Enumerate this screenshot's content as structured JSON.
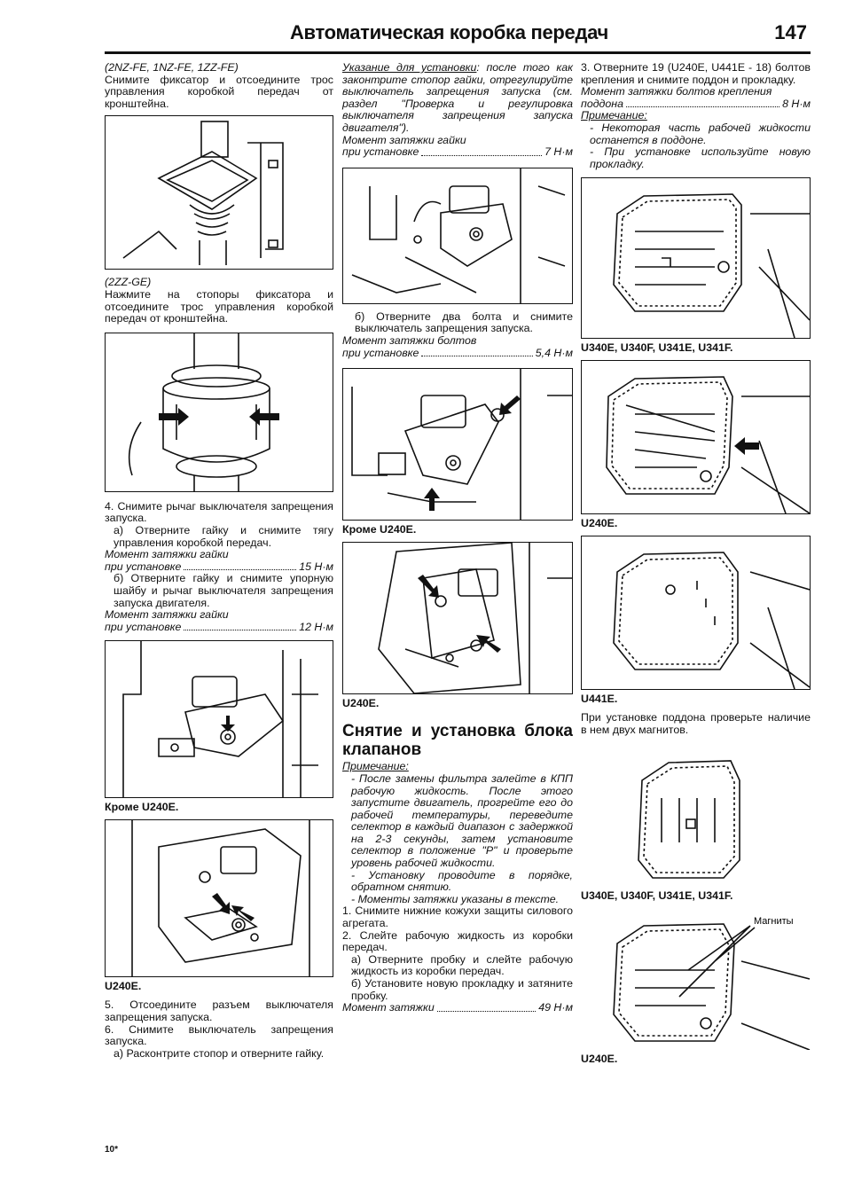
{
  "header": {
    "title": "Автоматическая коробка передач",
    "page_number": "147"
  },
  "col1": {
    "p1_model": "(2NZ-FE, 1NZ-FE, 1ZZ-FE)",
    "p1_text": "Снимите фиксатор и отсоедините трос управления коробкой передач от кронштейна.",
    "p2_model": "(2ZZ-GE)",
    "p2_text": "Нажмите на стопоры фиксатора и отсоедините трос управления коробкой передач от кронштейна.",
    "step4": "4. Снимите рычаг выключателя запрещения запуска.",
    "step4a": "а) Отверните гайку и снимите тягу управления коробкой передач.",
    "torque_label": "Момент затяжки гайки",
    "torque1_left": "при установке",
    "torque1_value": "15 Н·м",
    "step4b": "б) Отверните гайку и снимите упорную шайбу и рычаг выключателя запрещения запуска двигателя.",
    "torque2_label": "Момент затяжки гайки",
    "torque2_left": "при установке",
    "torque2_value": "12 Н·м",
    "caption1": "Кроме U240E.",
    "caption2": "U240E.",
    "step5": "5. Отсоедините разъем выключателя запрещения запуска.",
    "step6": "6. Снимите выключатель запрещения запуска.",
    "step6a": "а) Расконтрите стопор и отверните гайку."
  },
  "col2": {
    "note_title": "Указание для установки",
    "note_text": ": после того как законтрите стопор гайки, отрегулируйте выключатель запрещения запуска (см. раздел \"Проверка и регулировка выключателя запрещения запуска двигателя\").",
    "torque_label": "Момент затяжки гайки",
    "torque1_left": "при установке",
    "torque1_value": "7 Н·м",
    "step6b": "б) Отверните два болта и снимите выключатель запрещения запуска.",
    "torque2_label": "Момент затяжки болтов",
    "torque2_left": "при установке",
    "torque2_value": "5,4 Н·м",
    "caption1": "Кроме U240E.",
    "caption2": "U240E.",
    "section_title": "Снятие и установка блока клапанов",
    "note2_title": "Примечание:",
    "note2_item1": "- После замены фильтра залейте в КПП рабочую жидкость. После этого запустите двигатель, прогрейте его до рабочей температуры, переведите селектор в каждый диапазон с задержкой на 2-3 секунды, затем установите селектор в положение \"Р\" и проверьте уровень рабочей жидкости.",
    "note2_item2": "- Установку проводите в порядке, обратном снятию.",
    "note2_item3": "- Моменты затяжки указаны в тексте.",
    "step1": "1. Снимите нижние кожухи защиты силового агрегата.",
    "step2": "2. Слейте рабочую жидкость из коробки передач.",
    "step2a": "а) Отверните пробку и слейте рабочую жидкость из коробки передач.",
    "step2b": "б) Установите новую прокладку и затяните пробку.",
    "torque3_left": "Момент затяжки",
    "torque3_value": "49 Н·м"
  },
  "col3": {
    "step3": "3. Отверните 19 (U240E, U441E - 18) болтов крепления и снимите поддон и прокладку.",
    "torque_label": "Момент затяжки болтов крепления",
    "torque_left": "поддона",
    "torque_value": "8 Н·м",
    "note_title": "Примечание:",
    "note_item1": "- Некоторая часть рабочей жидкости останется в поддоне.",
    "note_item2": "- При установке используйте новую прокладку.",
    "caption1": "U340E, U340F, U341E, U341F.",
    "caption2": "U240E.",
    "caption3": "U441E.",
    "magnets_text": "При установке поддона проверьте наличие в нем двух магнитов.",
    "caption4": "U340E, U340F, U341E, U341F.",
    "magnets_label": "Магниты",
    "caption5": "U240E."
  },
  "footer": {
    "mark": "10*"
  }
}
